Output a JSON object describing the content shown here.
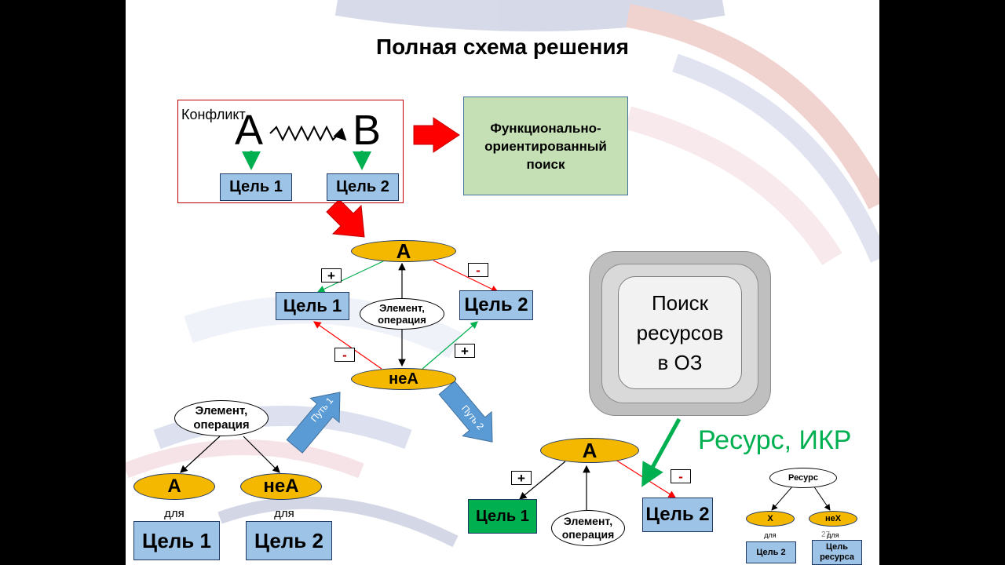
{
  "title": "Полная схема решения",
  "conflict": {
    "label": "Конфликт",
    "a": "A",
    "b": "B",
    "goal1": "Цель 1",
    "goal2": "Цель 2"
  },
  "functional_search": "Функционально-ориентированный поиск",
  "main_tree": {
    "top": "A",
    "bottom": "неА",
    "goal1": "Цель 1",
    "goal2": "Цель 2",
    "element": "Элемент, операция",
    "signs": {
      "plus1": "+",
      "minus1": "-",
      "minus2": "-",
      "plus2": "+"
    }
  },
  "paths": {
    "path1": "Путь 1",
    "path2": "Путь 2"
  },
  "path1_tree": {
    "element": "Элемент, операция",
    "a": "A",
    "nea": "неА",
    "for1": "для",
    "for2": "для",
    "goal1": "Цель 1",
    "goal2": "Цель 2"
  },
  "path2_tree": {
    "top": "A",
    "element": "Элемент, операция",
    "goal1": "Цель 1",
    "goal2": "Цель 2",
    "plus": "+",
    "minus": "-"
  },
  "resource_search": "Поиск ресурсов в ОЗ",
  "resource_ikr": "Ресурс, ИКР",
  "mini_tree": {
    "root": "Ресурс",
    "x": "X",
    "nex": "неX",
    "for1": "для",
    "for2": "для",
    "goal2": "Цель 2",
    "goal_res": "Цель ресурса"
  },
  "page_number": "27",
  "colors": {
    "goal_box": "#9dc3e6",
    "goal_box_green": "#00b050",
    "ellipse": "#f5b800",
    "func_search_bg": "#c5e0b4",
    "red_arrow": "#ff0000",
    "blue_arrow": "#5b9bd5",
    "ikr_text": "#00b050"
  }
}
